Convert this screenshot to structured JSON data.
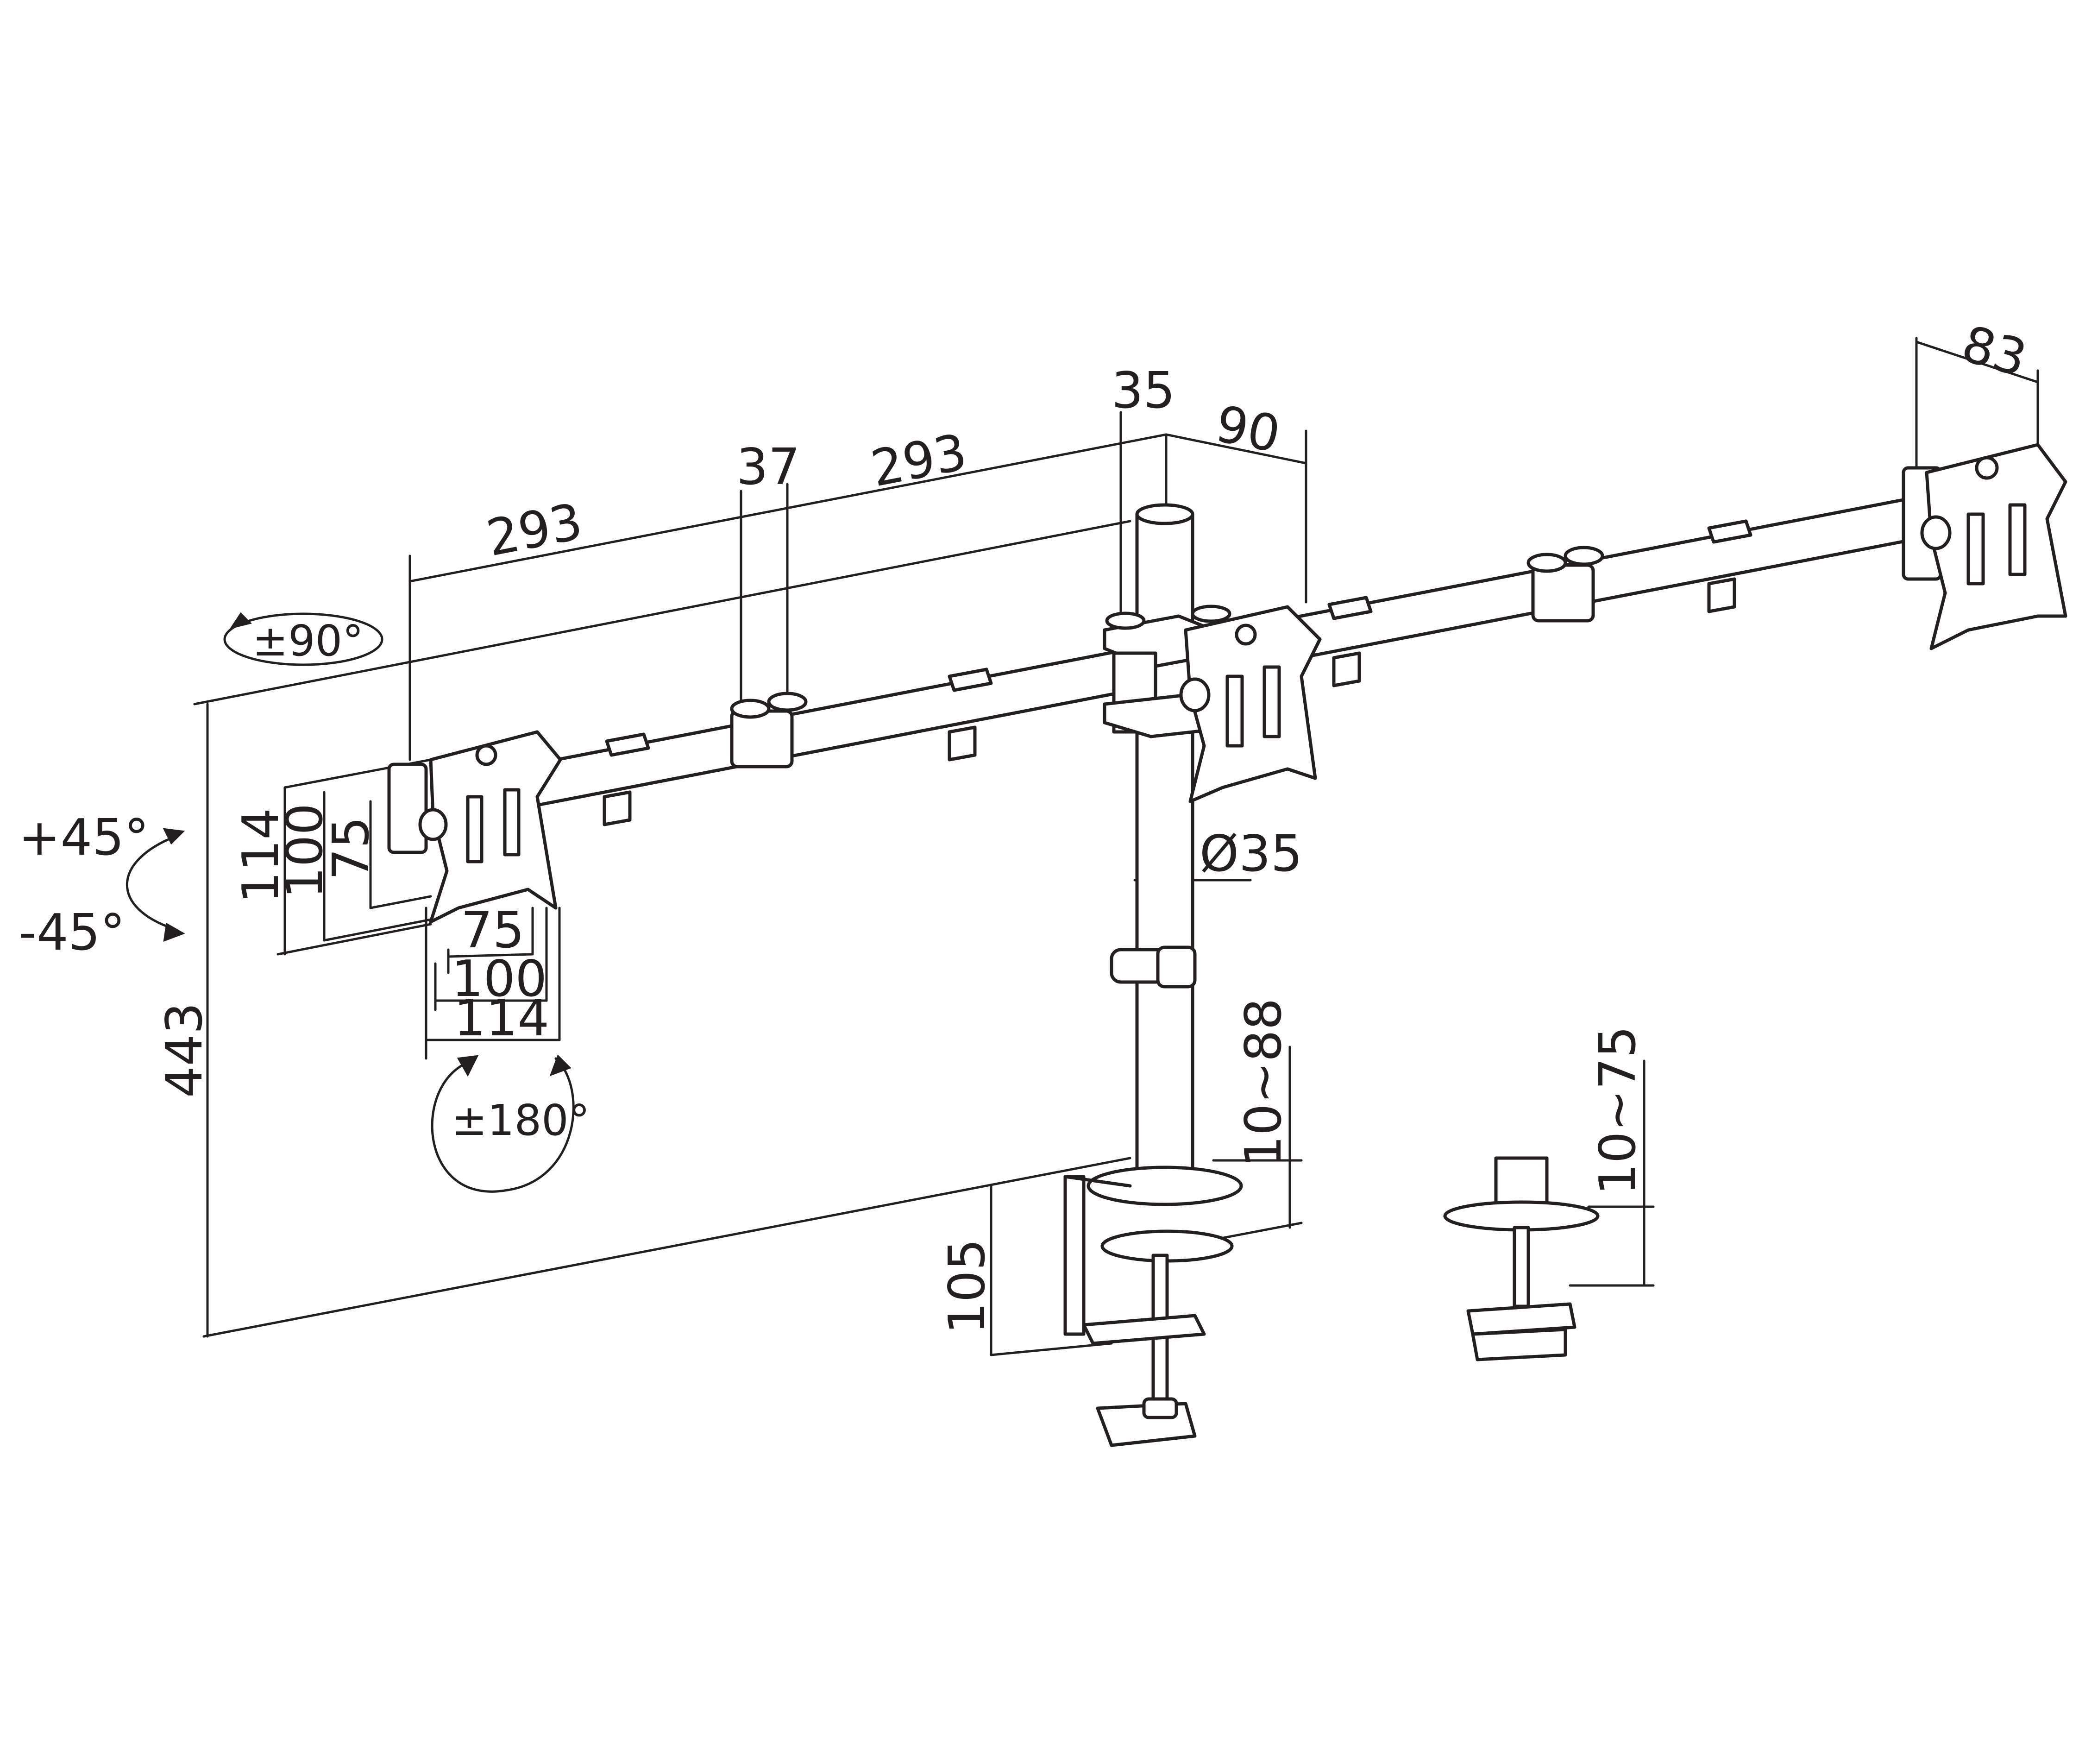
{
  "diagram": {
    "colors": {
      "line": "#231f20",
      "background": "#ffffff"
    },
    "dimensions": {
      "arm_segment_left": "293",
      "arm_segment_right": "293",
      "arm_joint_width": "37",
      "pole_offset": "35",
      "center_bracket": "90",
      "right_plate_depth": "83",
      "total_height": "443",
      "pole_diameter": "Ø35",
      "vesa_v_114": "114",
      "vesa_v_100": "100",
      "vesa_v_75": "75",
      "vesa_h_75": "75",
      "vesa_h_100": "100",
      "vesa_h_114": "114",
      "clamp_depth": "105",
      "clamp_range": "10~88",
      "grommet_range": "10~75"
    },
    "rotations": {
      "swivel": "±90°",
      "tilt_up": "+45°",
      "tilt_down": "-45°",
      "rotate": "±180°"
    }
  }
}
